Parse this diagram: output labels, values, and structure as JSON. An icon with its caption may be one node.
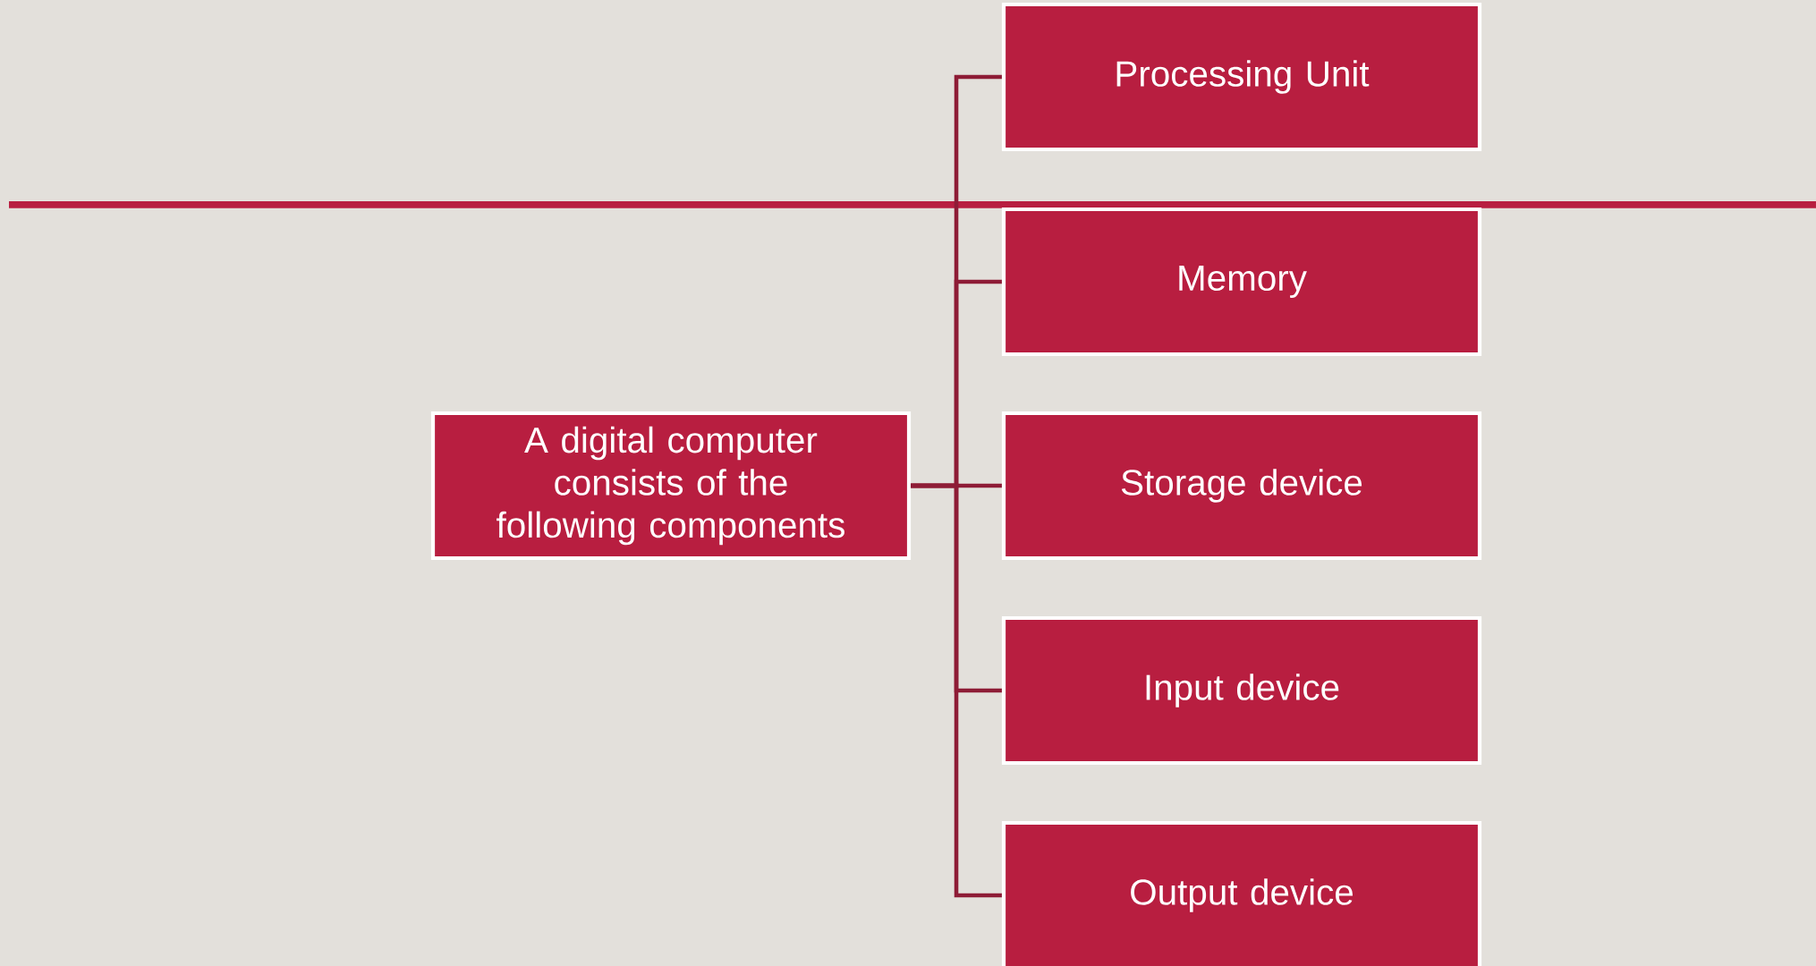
{
  "diagram": {
    "nodes": [
      {
        "text": [
          "A digital computer consists of the following components"
        ]
      },
      {
        "text": [
          "Processing Unit"
        ]
      },
      {
        "text": [
          "Memory"
        ]
      },
      {
        "text": [
          "Storage device"
        ]
      },
      {
        "text": [
          "Input device"
        ]
      },
      {
        "text": [
          "Output device"
        ]
      }
    ],
    "edges": [
      {
        "from": 0,
        "to": 1,
        "arrow": "none"
      },
      {
        "from": 0,
        "to": 2,
        "arrow": "none"
      },
      {
        "from": 0,
        "to": 3,
        "arrow": "none"
      },
      {
        "from": 0,
        "to": 4,
        "arrow": "none"
      },
      {
        "from": 0,
        "to": 5,
        "arrow": "none"
      }
    ]
  }
}
